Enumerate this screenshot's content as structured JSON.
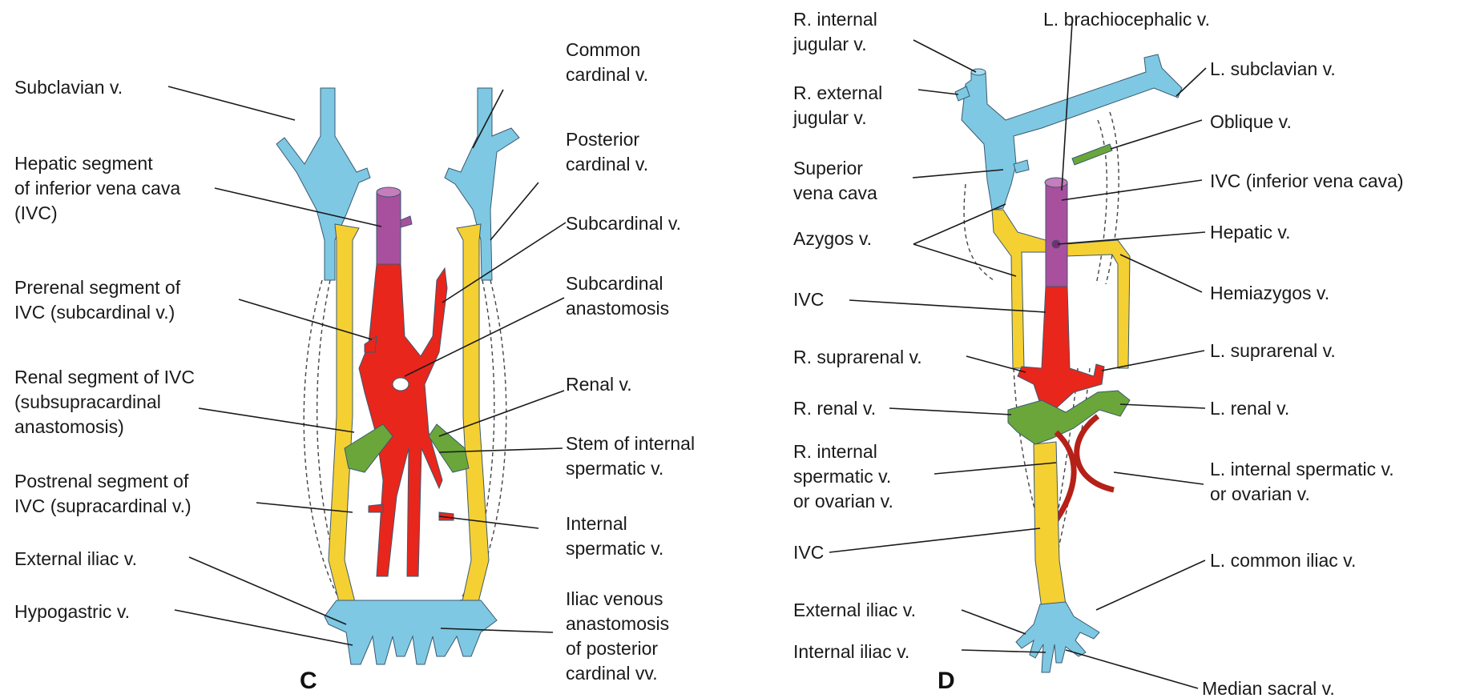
{
  "colors": {
    "blue": "#7ec8e3",
    "red": "#e8261c",
    "purple": "#a8509e",
    "yellow": "#f5d033",
    "green": "#6aa63a",
    "dark_red": "#b52018"
  },
  "panel_c": {
    "letter": "C",
    "left_labels": {
      "subclavian": [
        "Subclavian v."
      ],
      "hepatic_segment": [
        "Hepatic segment",
        "of inferior vena cava",
        "(IVC)"
      ],
      "prerenal": [
        "Prerenal segment of",
        "IVC (subcardinal v.)"
      ],
      "renal_segment": [
        "Renal segment of IVC",
        "(subsupracardinal",
        "anastomosis)"
      ],
      "postrenal": [
        "Postrenal segment of",
        "IVC (supracardinal v.)"
      ],
      "external_iliac": [
        "External iliac v."
      ],
      "hypogastric": [
        "Hypogastric v."
      ]
    },
    "right_labels": {
      "common_cardinal": [
        "Common",
        "cardinal v."
      ],
      "posterior_cardinal": [
        "Posterior",
        "cardinal v."
      ],
      "subcardinal": [
        "Subcardinal v."
      ],
      "subcardinal_anastomosis": [
        "Subcardinal",
        "anastomosis"
      ],
      "renal": [
        "Renal v."
      ],
      "stem_spermatic": [
        "Stem of internal",
        "spermatic v."
      ],
      "internal_spermatic": [
        "Internal",
        "spermatic v."
      ],
      "iliac_anastomosis": [
        "Iliac venous",
        "anastomosis",
        "of posterior",
        "cardinal vv."
      ]
    }
  },
  "panel_d": {
    "letter": "D",
    "left_labels": {
      "r_internal_jugular": [
        "R. internal",
        "jugular v."
      ],
      "r_external_jugular": [
        "R. external",
        "jugular v."
      ],
      "superior_vena_cava": [
        "Superior",
        "vena cava"
      ],
      "azygos": [
        "Azygos v."
      ],
      "ivc_upper": [
        "IVC"
      ],
      "r_suprarenal": [
        "R. suprarenal v."
      ],
      "r_renal": [
        "R. renal v."
      ],
      "r_internal_spermatic": [
        "R. internal",
        "spermatic v.",
        "or ovarian v."
      ],
      "ivc_lower": [
        "IVC"
      ],
      "external_iliac": [
        "External iliac v."
      ],
      "internal_iliac": [
        "Internal iliac v."
      ]
    },
    "right_labels": {
      "l_brachiocephalic": [
        "L. brachiocephalic v."
      ],
      "l_subclavian": [
        "L. subclavian v."
      ],
      "oblique": [
        "Oblique v."
      ],
      "ivc_inferior": [
        "IVC (inferior vena cava)"
      ],
      "hepatic": [
        "Hepatic v."
      ],
      "hemiazygos": [
        "Hemiazygos v."
      ],
      "l_suprarenal": [
        "L. suprarenal v."
      ],
      "l_renal": [
        "L. renal v."
      ],
      "l_internal_spermatic": [
        "L. internal spermatic v.",
        "or ovarian v."
      ],
      "l_common_iliac": [
        "L. common iliac v."
      ],
      "median_sacral": [
        "Median sacral v."
      ]
    }
  }
}
